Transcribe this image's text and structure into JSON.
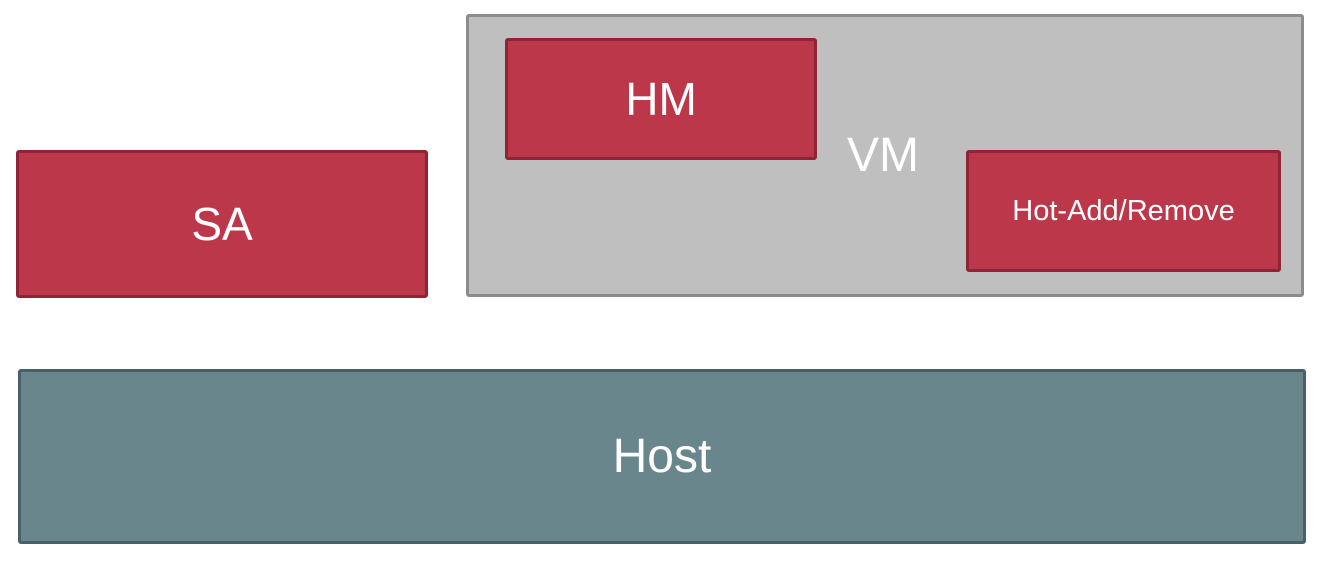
{
  "diagram": {
    "nodes": {
      "sa": "SA",
      "vm": "VM",
      "hm": "HM",
      "hot_add_remove": "Hot-Add/Remove",
      "host": "Host"
    },
    "colors": {
      "component_fill": "#bd374b",
      "component_border": "#8e2436",
      "vm_fill": "#bfbfbf",
      "vm_border": "#8c8c8c",
      "host_fill": "#69868d",
      "host_border": "#4a6068",
      "label_text": "#ffffff"
    }
  }
}
